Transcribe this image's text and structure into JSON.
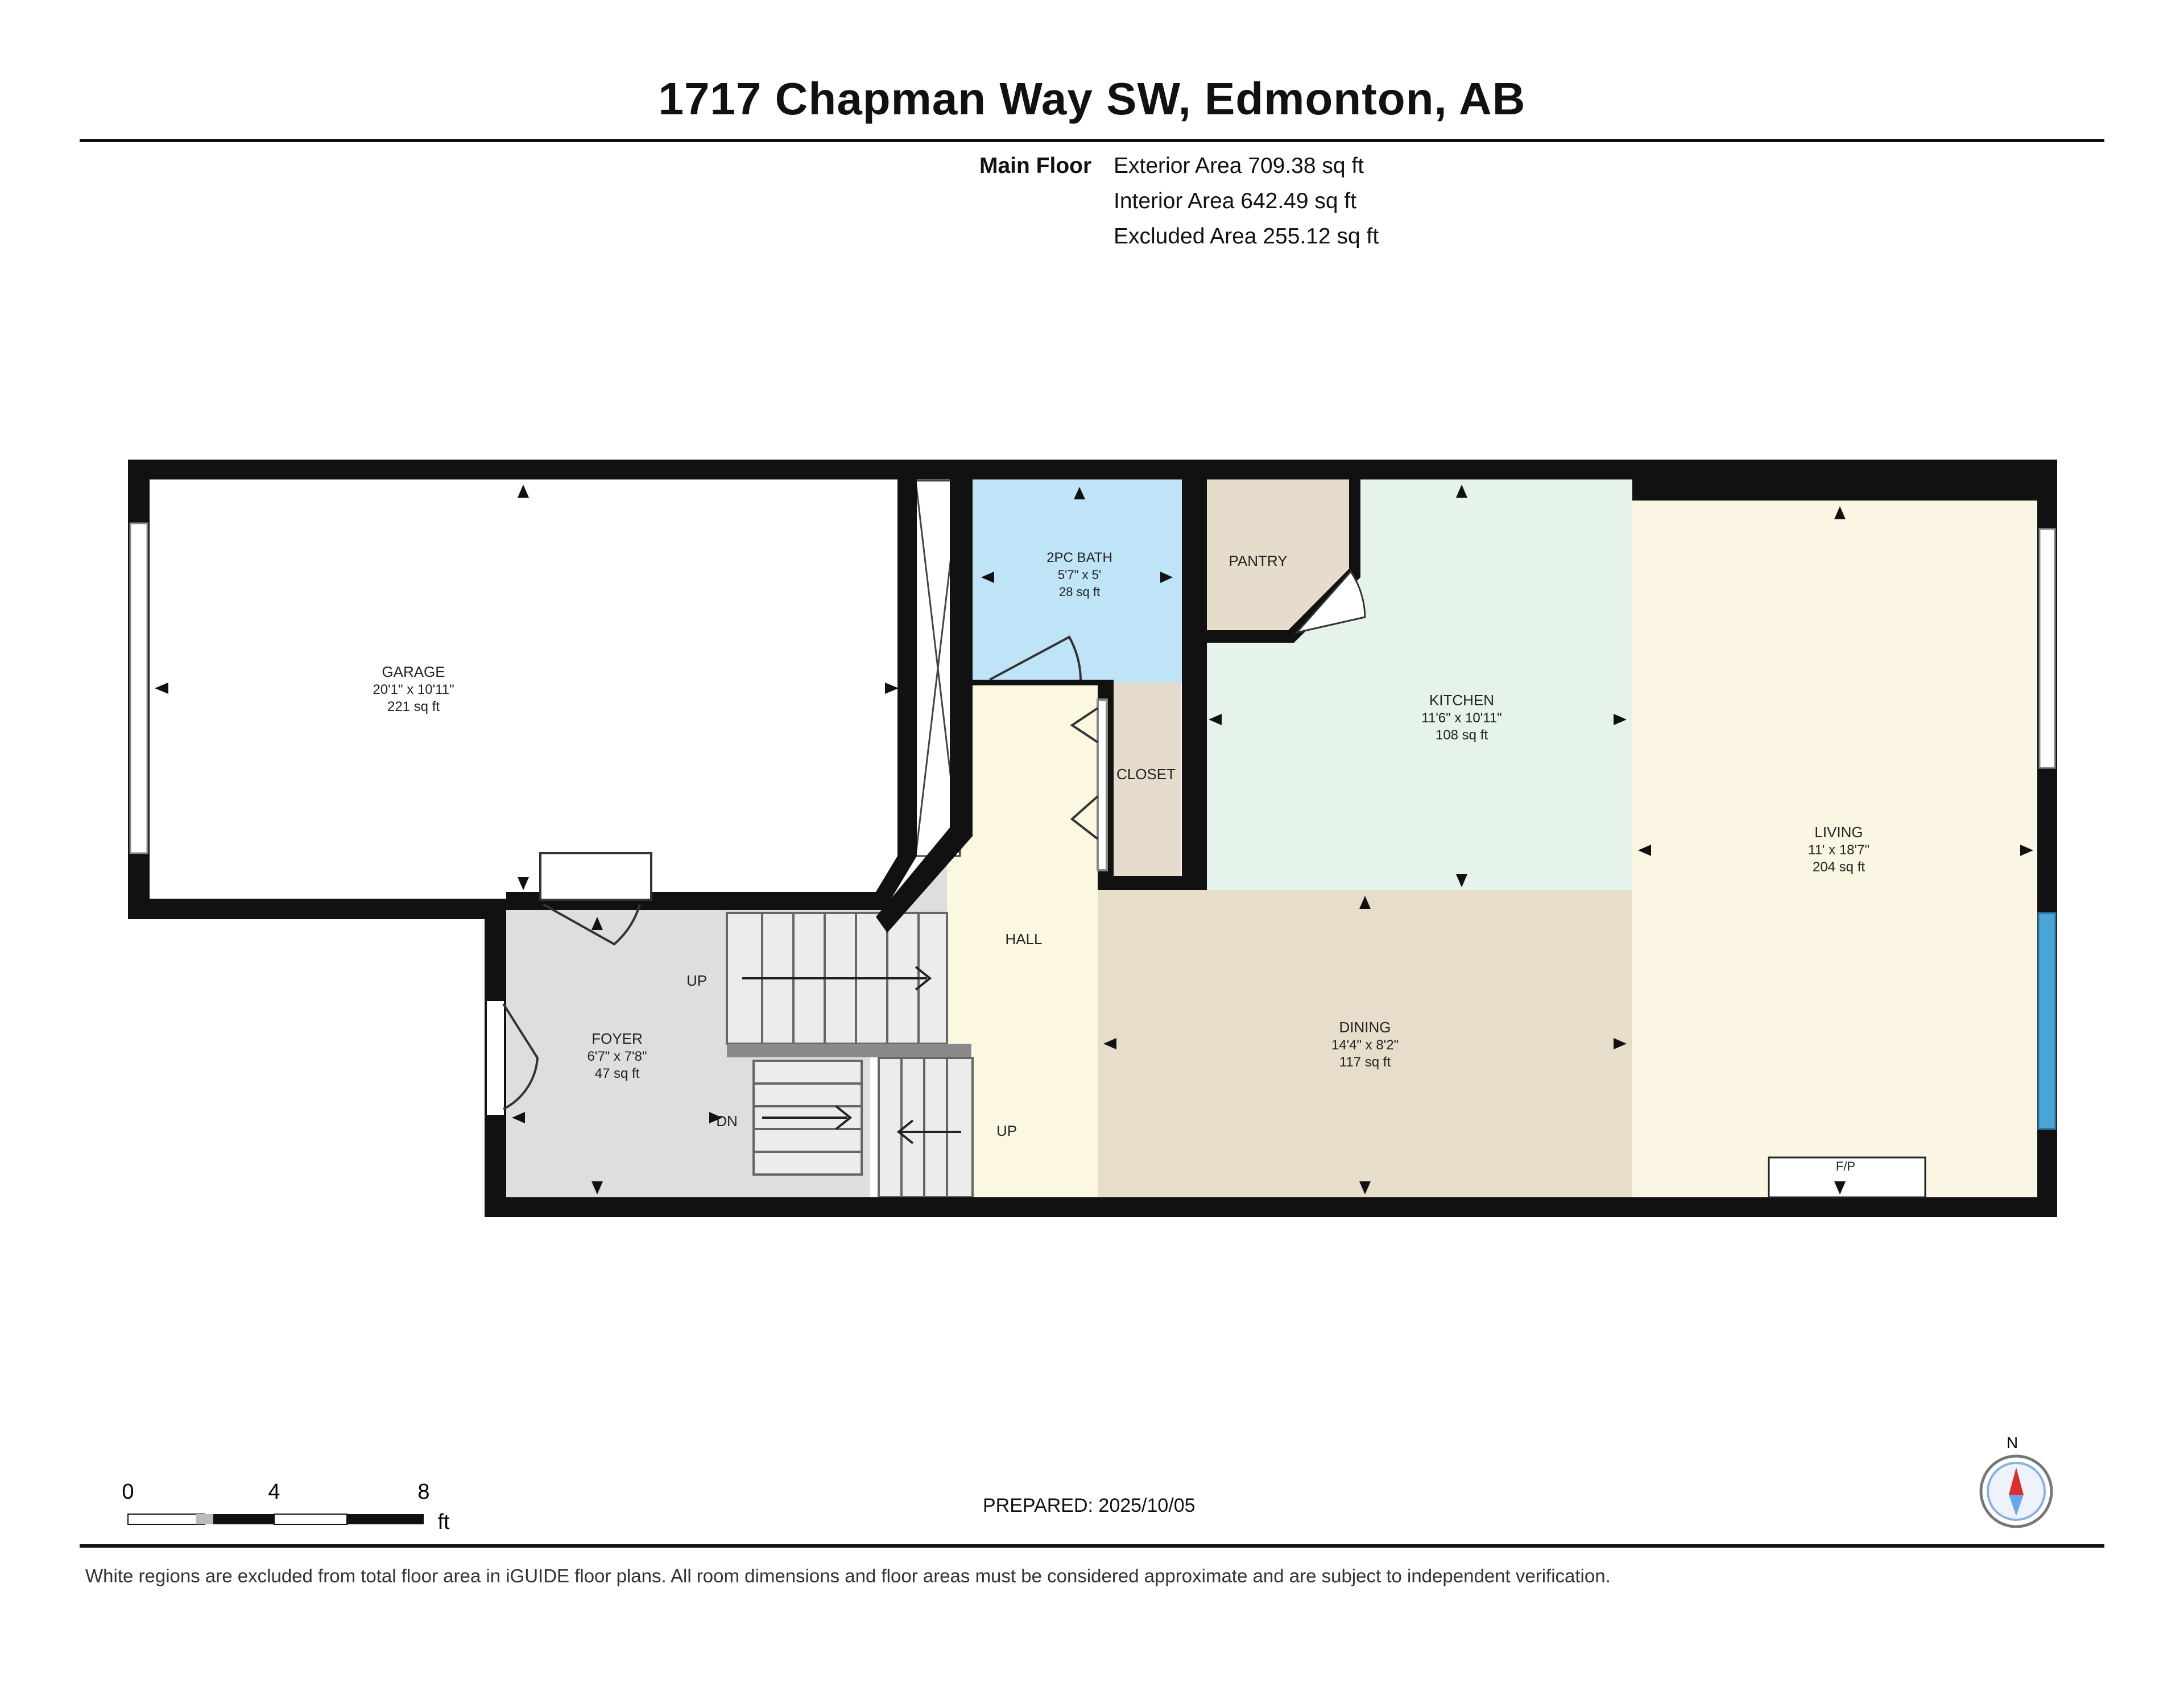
{
  "title": "1717 Chapman Way SW, Edmonton, AB",
  "floor": {
    "name": "Main Floor",
    "exterior": "Exterior Area 709.38 sq ft",
    "interior": "Interior Area 642.49 sq ft",
    "excluded": "Excluded Area 255.12 sq ft"
  },
  "rooms": {
    "garage": {
      "name": "GARAGE",
      "dims": "20'1\" x 10'11\"",
      "area": "221 sq ft"
    },
    "bath": {
      "name": "2PC BATH",
      "dims": "5'7\" x 5'",
      "area": "28 sq ft"
    },
    "pantry": {
      "name": "PANTRY"
    },
    "kitchen": {
      "name": "KITCHEN",
      "dims": "11'6\" x 10'11\"",
      "area": "108 sq ft"
    },
    "living": {
      "name": "LIVING",
      "dims": "11' x 18'7\"",
      "area": "204 sq ft"
    },
    "closet": {
      "name": "CLOSET"
    },
    "hall": {
      "name": "HALL"
    },
    "foyer": {
      "name": "FOYER",
      "dims": "6'7\" x 7'8\"",
      "area": "47 sq ft"
    },
    "dining": {
      "name": "DINING",
      "dims": "14'4\" x 8'2\"",
      "area": "117 sq ft"
    }
  },
  "labels": {
    "up1": "UP",
    "up2": "UP",
    "dn": "DN",
    "fp": "F/P"
  },
  "scale": {
    "t0": "0",
    "t4": "4",
    "t8": "8",
    "unit": "ft"
  },
  "prepared": "PREPARED: 2025/10/05",
  "compass": {
    "north": "N",
    "icon": "compass-icon"
  },
  "disclaimer": "White regions are excluded from total floor area in iGUIDE floor plans. All room dimensions and floor areas must be considered approximate and are subject to independent verification.",
  "colors": {
    "wall": "#111111",
    "bath": "#bfe3f7",
    "pantry": "#e6dccb",
    "kitchen": "#e5f3ea",
    "living": "#fbf6e4",
    "closet": "#e6dccb",
    "hall": "#fcf7e1",
    "foyer": "#dedede",
    "dining": "#e7ddcb",
    "window_blue": "#4aa6d8"
  }
}
